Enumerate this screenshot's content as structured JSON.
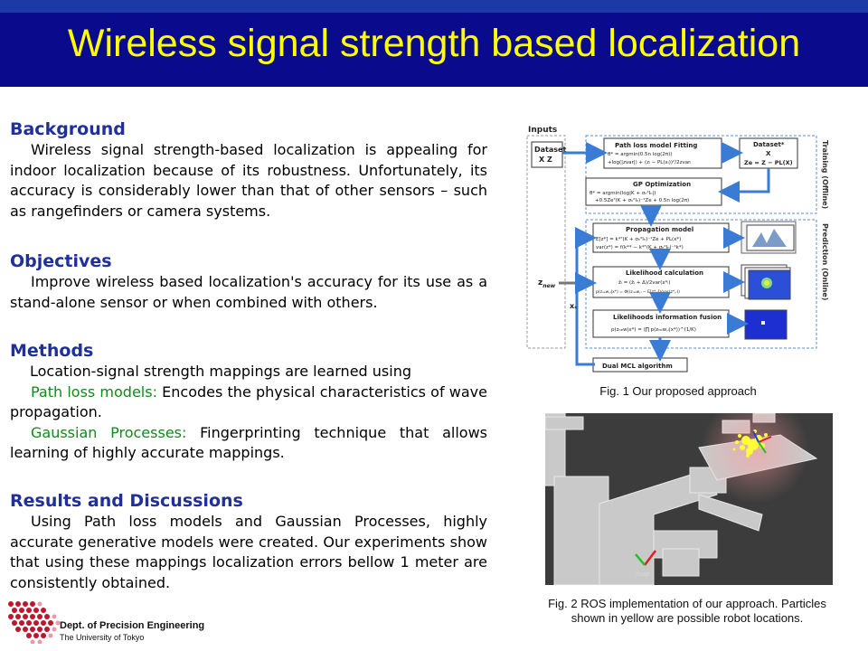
{
  "title": "Wireless signal strength based localization",
  "sections": {
    "background": {
      "heading": "Background",
      "text": "Wireless signal strength-based localization is appealing for indoor localization because of its robustness. Unfortunately, its accuracy is considerably lower than that of other sensors – such as rangefinders or camera systems."
    },
    "objectives": {
      "heading": "Objectives",
      "text": "Improve wireless based localization's accuracy for its use as a stand-alone sensor or when combined with others."
    },
    "methods": {
      "heading": "Methods",
      "intro": "Location-signal strength mappings are learned using",
      "item1_term": "Path loss models:",
      "item1_text": " Encodes the physical characteristics of wave propagation.",
      "item2_term": "Gaussian Processes:",
      "item2_text": " Fingerprinting technique that allows learning of highly accurate mappings."
    },
    "results": {
      "heading": "Results and Discussions",
      "text": "Using Path loss models and Gaussian Processes, highly accurate generative models were created. Our experiments show that using these mappings localization errors bellow 1 meter are consistently obtained."
    }
  },
  "logo": {
    "dept": "Dept. of Precision Engineering",
    "univ": "The University of Tokyo"
  },
  "figure1": {
    "caption": "Fig. 1 Our proposed approach",
    "inputs_label": "Inputs",
    "dataset_label": "Dataset",
    "dataset_vars": "X Z",
    "training_label": "Training (Offline)",
    "prediction_label": "Prediction (Online)",
    "path_loss_title": "Path loss model Fitting",
    "path_loss_eq1": "θ* = argmin(0.5n log(2π))",
    "path_loss_eq2": "+log(|zvar|) + (zᵢ − PL(xᵢ))²/2zvarᵢ",
    "dataset_star_title": "Dataset*",
    "dataset_star_x": "X",
    "dataset_star_eq": "Ze = Z − PL(X)",
    "gp_title": "GP Optimization",
    "gp_eq1": "θ* = argmin(log|K + σₙ²Iₙ|)",
    "gp_eq2": "+0.5Zeᵀ(K + σₙ²Iₙ)⁻¹Ze + 0.5n log(2π)",
    "prop_title": "Propagation model",
    "prop_eq1": "E[z*] = k*ᵀ(K + σₙ²Iₙ)⁻¹Ze + PL(x*)",
    "prop_eq2": "var(z*) = f(k** − k*ᵀ(K + σₙ²Iₙ)⁻¹k*)",
    "lik_title": "Likelihood calculation",
    "lik_eq1": "ẑᵢ = (ẑᵢ + Δ)/2var(x*ᵢ)",
    "lik_eq2": "p(zₙₑw,ᵢ|x*) = Φ((zₙₑw,ᵢ − E[z*,ᵢ])/var(z*,ᵢ))",
    "fusion_title": "Likelihoods information fusion",
    "fusion_eq": "p(zₙₑw|x*) = (∏ p(zₙₑw,ᵢ|x*))^(1/K)",
    "znew_label": "z",
    "znew_sub": "new",
    "xstar_label": "x",
    "xstar_sub": "*",
    "dual_mcl": "Dual MCL algorithm"
  },
  "figure2": {
    "caption_line1": "Fig. 2 ROS implementation of our approach. Particles",
    "caption_line2": "shown in yellow are possible robot locations.",
    "map_label": "map"
  },
  "colors": {
    "title_bar": "#0a0a8c",
    "title_text": "#ffff00",
    "heading": "#1f2f9c",
    "green_term": "#118a1a",
    "diagram_arrow": "#3a7bd5",
    "map_bg": "#3c3c3c"
  }
}
